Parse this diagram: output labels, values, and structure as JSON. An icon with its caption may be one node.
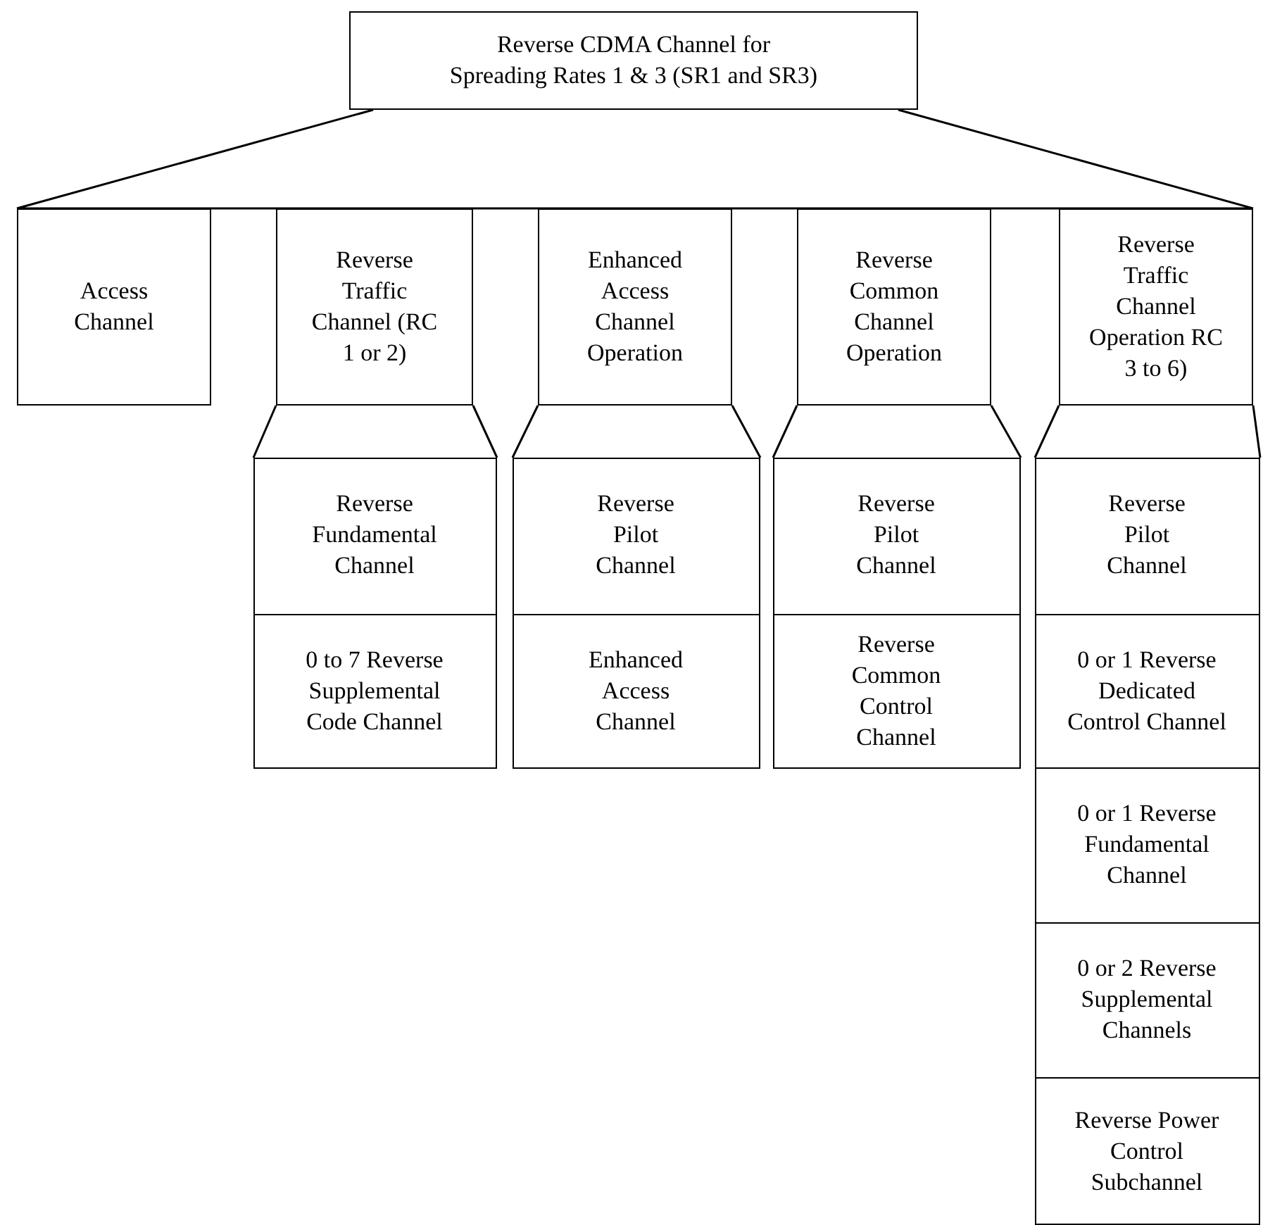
{
  "diagram": {
    "nodes": [
      {
        "text": [
          "Reverse CDMA Channel for Spreading Rates 1 & 3 (SR1 and SR3)"
        ]
      },
      {
        "text": [
          "Access Channel"
        ]
      },
      {
        "text": [
          "Reverse Traffic Channel (RC 1 or 2)"
        ]
      },
      {
        "text": [
          "Enhanced Access Channel Operation"
        ]
      },
      {
        "text": [
          "Reverse Common Channel Operation"
        ]
      },
      {
        "text": [
          "Reverse Traffic Channel Operation RC 3 to 6)"
        ]
      },
      {
        "text": [],
        "shape": "box"
      },
      {
        "text": [
          "Reverse Fundamental Channel"
        ],
        "in": 6
      },
      {
        "text": [
          "0 to 7 Reverse Supplemental Code Channel"
        ],
        "in": 6
      },
      {
        "text": [],
        "shape": "box"
      },
      {
        "text": [
          "Reverse Pilot Channel"
        ],
        "in": 9
      },
      {
        "text": [
          "Enhanced Access Channel"
        ],
        "in": 9
      },
      {
        "text": [],
        "shape": "box"
      },
      {
        "text": [
          "Reverse Pilot Channel"
        ],
        "in": 12
      },
      {
        "text": [
          "Reverse Common Control Channel"
        ],
        "in": 12
      },
      {
        "text": [],
        "shape": "box"
      },
      {
        "text": [
          "Reverse Pilot Channel"
        ],
        "in": 15
      },
      {
        "text": [
          "0 or 1 Reverse Dedicated Control Channel"
        ],
        "in": 15
      },
      {
        "text": [
          "0 or 1 Reverse Fundamental Channel"
        ],
        "in": 15
      },
      {
        "text": [
          "0 or 2 Reverse Supplemental Channels"
        ],
        "in": 15
      },
      {
        "text": [
          "Reverse Power Control Subchannel"
        ],
        "in": 15
      }
    ],
    "edges": [
      {
        "from": 0,
        "to": 1,
        "arrow": "none"
      },
      {
        "from": 0,
        "to": 2,
        "arrow": "none"
      },
      {
        "from": 0,
        "to": 3,
        "arrow": "none"
      },
      {
        "from": 0,
        "to": 4,
        "arrow": "none"
      },
      {
        "from": 0,
        "to": 5,
        "arrow": "none"
      },
      {
        "from": 2,
        "to": 6,
        "arrow": "none"
      },
      {
        "from": 3,
        "to": 9,
        "arrow": "none"
      },
      {
        "from": 4,
        "to": 12,
        "arrow": "none"
      },
      {
        "from": 5,
        "to": 15,
        "arrow": "none"
      }
    ]
  }
}
